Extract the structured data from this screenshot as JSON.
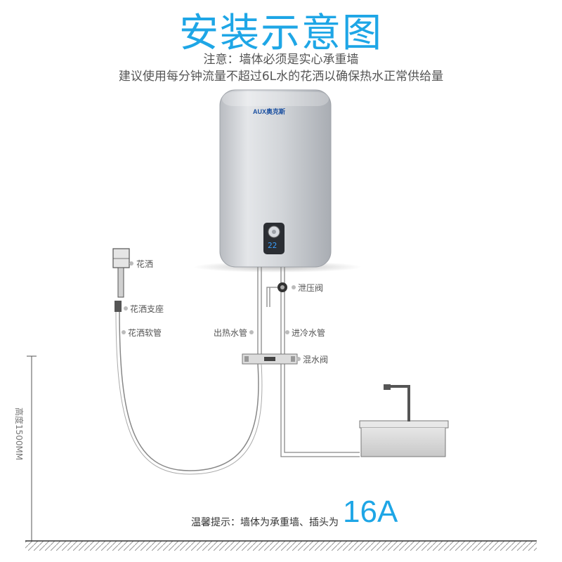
{
  "title": "安装示意图",
  "notes": {
    "line1": "注意：墙体必须是实心承重墙",
    "line2": "建议使用每分钟流量不超过6L水的花洒以确保热水正常供给量"
  },
  "heater": {
    "brand": "AUX奥克斯",
    "display": "22"
  },
  "labels": {
    "shower_head": "花洒",
    "shower_holder": "花洒支座",
    "shower_hose": "花洒软管",
    "pressure_valve": "泄压阀",
    "hot_outlet": "出热水管",
    "cold_inlet": "进冷水管",
    "mixing_valve": "混水阀",
    "height": "高度1500MM"
  },
  "tip": {
    "text": "温馨提示：墙体为承重墙、插头为",
    "amperage": "16A"
  },
  "colors": {
    "accent": "#1ea6e6",
    "heater_body": "#cfd2d6",
    "display_digits": "#3aa0ff"
  }
}
